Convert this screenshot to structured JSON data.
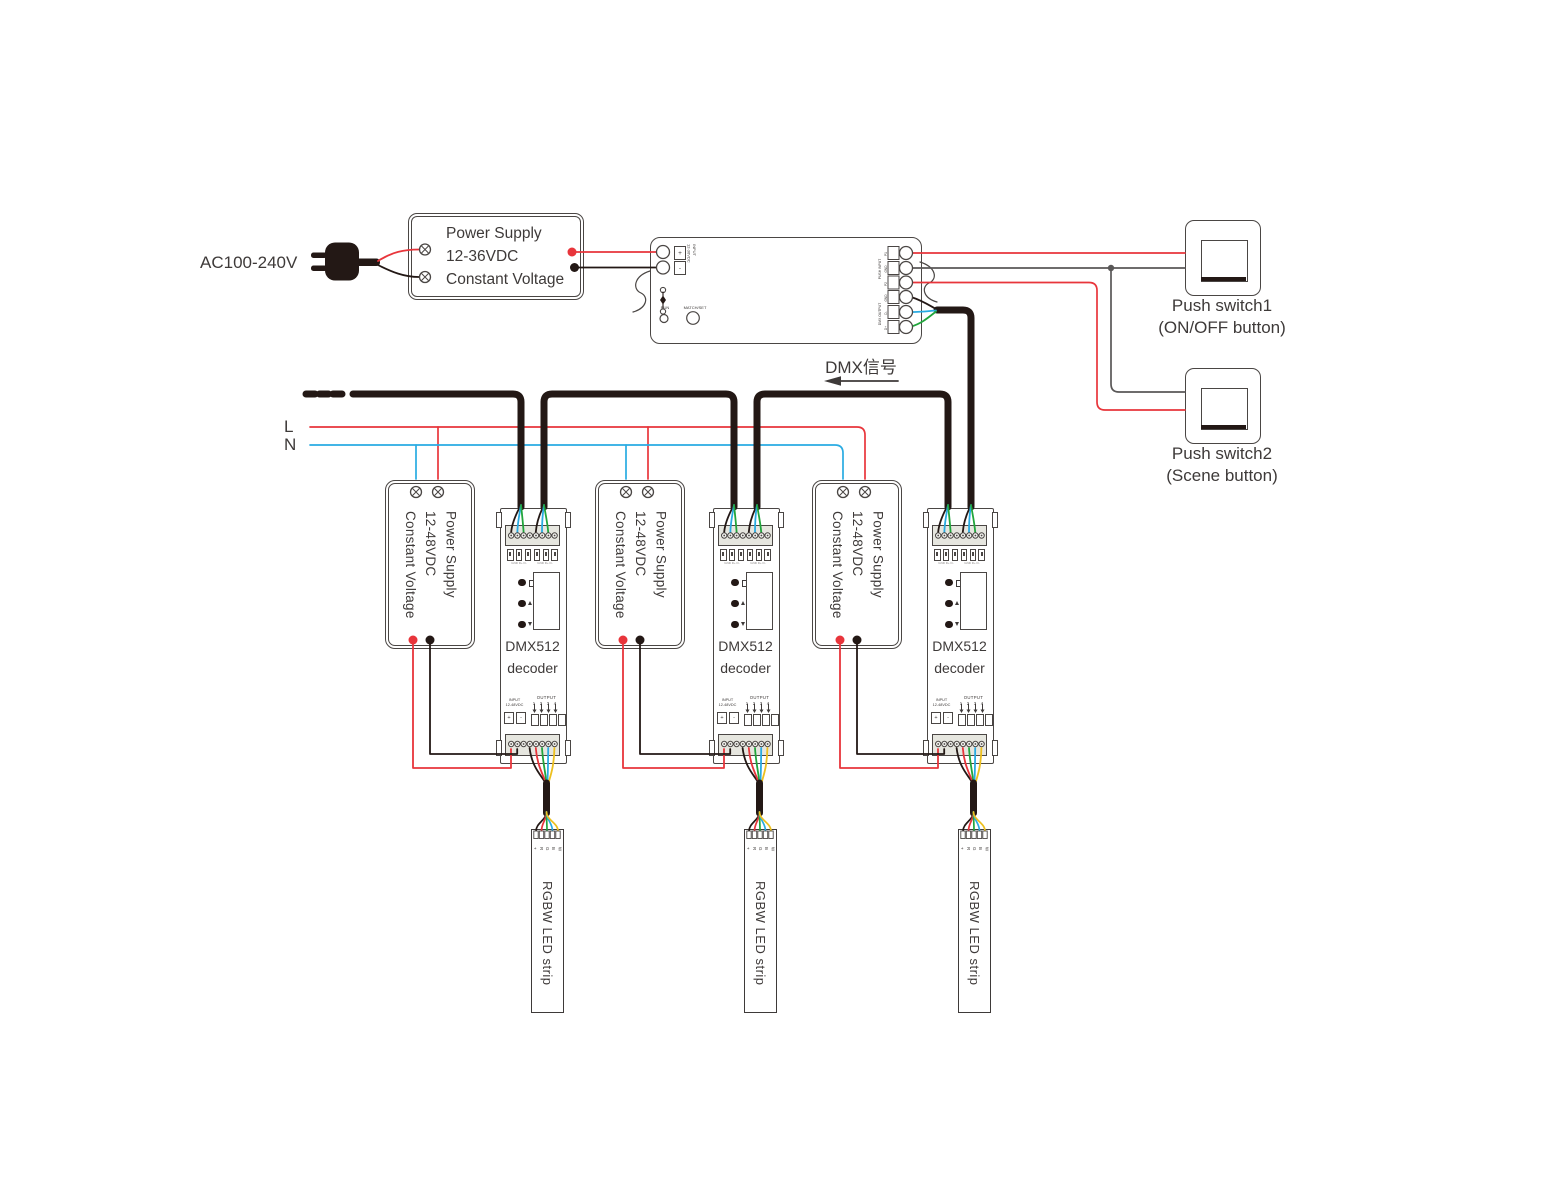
{
  "colors": {
    "red": "#e8353b",
    "blue": "#29abe2",
    "green": "#21a53c",
    "yellow": "#edc01f",
    "black": "#231815",
    "gray": "#595757",
    "outline": "#4a4644",
    "text": "#3e3a39"
  },
  "ac_input_label": "AC100-240V",
  "main_psu": {
    "text": "Power Supply\n12-36VDC\nConstant Voltage"
  },
  "controller": {
    "input_terminal_label": "INPUT\n12-36VDC",
    "plus": "+",
    "minus": "-",
    "run_label": "RUN",
    "match_label": "MATCH/SET",
    "push_group_label": "PUSH INPUT",
    "push_terminals": [
      "P1",
      "GND",
      "P2"
    ],
    "dmx_group_label": "DMX OUTPUT",
    "dmx_terminals": [
      "GND",
      "D-",
      "D+"
    ]
  },
  "switches": [
    {
      "title": "Push switch1",
      "subtitle": "(ON/OFF button)"
    },
    {
      "title": "Push switch2",
      "subtitle": "(Scene button)"
    }
  ],
  "dmx_signal_label": "DMX信号",
  "mains": {
    "line": "L",
    "neutral": "N"
  },
  "groups": [
    {
      "psu_text": "Power Supply\n12-48VDC\nConstant Voltage",
      "decoder_title": "DMX512\ndecoder",
      "dmx_port_labels": [
        "GND D+ D-",
        "GND D+ D-"
      ],
      "input_label": "INPUT\n12-48VDC",
      "plus": "+",
      "minus": "-",
      "output_label": "OUTPUT",
      "channels": [
        "1",
        "2",
        "3",
        "4"
      ],
      "strip_pads": [
        "+",
        "R",
        "G",
        "B",
        "W"
      ],
      "strip_label": "RGBW LED strip"
    },
    {
      "psu_text": "Power Supply\n12-48VDC\nConstant Voltage",
      "decoder_title": "DMX512\ndecoder",
      "dmx_port_labels": [
        "GND D+ D-",
        "GND D+ D-"
      ],
      "input_label": "INPUT\n12-48VDC",
      "plus": "+",
      "minus": "-",
      "output_label": "OUTPUT",
      "channels": [
        "1",
        "2",
        "3",
        "4"
      ],
      "strip_pads": [
        "+",
        "R",
        "G",
        "B",
        "W"
      ],
      "strip_label": "RGBW LED strip"
    },
    {
      "psu_text": "Power Supply\n12-48VDC\nConstant Voltage",
      "decoder_title": "DMX512\ndecoder",
      "dmx_port_labels": [
        "GND D+ D-",
        "GND D+ D-"
      ],
      "input_label": "INPUT\n12-48VDC",
      "plus": "+",
      "minus": "-",
      "output_label": "OUTPUT",
      "channels": [
        "1",
        "2",
        "3",
        "4"
      ],
      "strip_pads": [
        "+",
        "R",
        "G",
        "B",
        "W"
      ],
      "strip_label": "RGBW LED strip"
    }
  ]
}
